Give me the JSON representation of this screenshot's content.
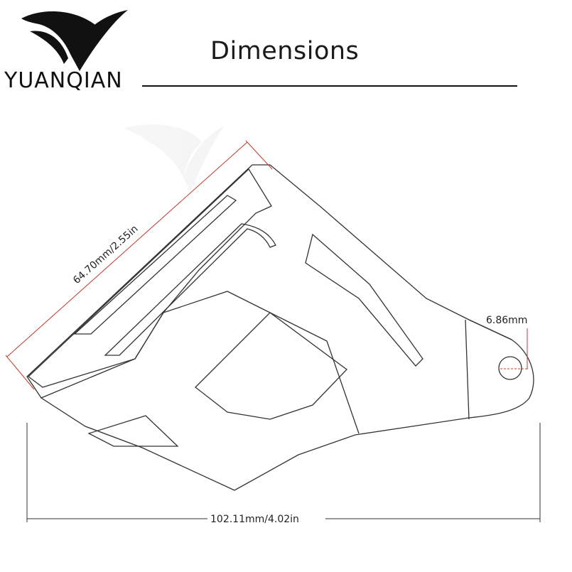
{
  "brand": {
    "name": "YUANQIAN"
  },
  "title": "Dimensions",
  "dimensions": {
    "edge_length": "64.70mm/2.55in",
    "hole_diameter": "6.86mm",
    "total_width": "102.11mm/4.02in"
  },
  "colors": {
    "dimension_line": "#c0392b",
    "outline": "#333333",
    "text": "#222222"
  },
  "icons": {
    "logo": "yuanqian-logo-icon",
    "part": "brake-reservoir-cover-drawing"
  }
}
